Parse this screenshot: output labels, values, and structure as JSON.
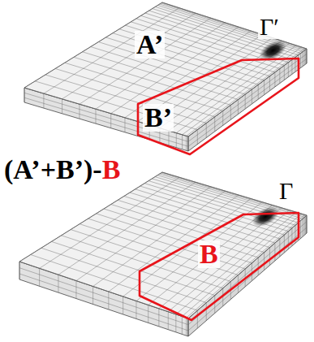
{
  "diagram": {
    "nodes": [
      {
        "text": [
          "B’"
        ]
      },
      {
        "text": [
          "B"
        ]
      }
    ],
    "labels": [
      "A’",
      "Γ′",
      "(A’+B’)-",
      "B",
      "Γ"
    ]
  }
}
